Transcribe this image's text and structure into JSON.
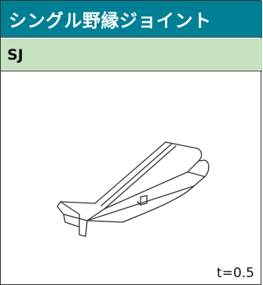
{
  "title": "シングル野縁ジョイント",
  "code": "SJ",
  "thickness_label": "t=0.5",
  "colors": {
    "title_bg": "#007f95",
    "code_bg": "#c6e2c0",
    "line": "#333333"
  },
  "figure": {
    "icon": "single-ceiling-joist-joint-drawing"
  }
}
